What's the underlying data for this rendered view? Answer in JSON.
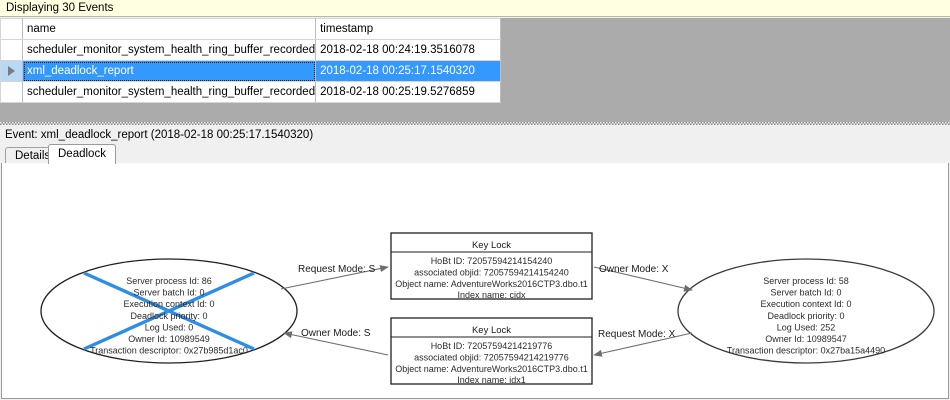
{
  "infobar": {
    "text": "Displaying 30 Events"
  },
  "grid": {
    "columns": [
      "",
      "name",
      "timestamp"
    ],
    "rows": [
      {
        "selected": false,
        "marker": "",
        "name": "scheduler_monitor_system_health_ring_buffer_recorded",
        "timestamp": "2018-02-18 00:24:19.3516078"
      },
      {
        "selected": true,
        "marker": "row-selector-arrow",
        "name": "xml_deadlock_report",
        "timestamp": "2018-02-18 00:25:17.1540320"
      },
      {
        "selected": false,
        "marker": "",
        "name": "scheduler_monitor_system_health_ring_buffer_recorded",
        "timestamp": "2018-02-18 00:25:19.5276859"
      }
    ]
  },
  "event_header": {
    "text": "Event: xml_deadlock_report (2018-02-18 00:25:17.1540320)"
  },
  "tabs": [
    {
      "label": "Details",
      "active": false
    },
    {
      "label": "Deadlock",
      "active": true
    }
  ],
  "graph": {
    "victim_marker_color": "#2e8de6",
    "processes": [
      {
        "id": "process-left",
        "is_victim": true,
        "lines": [
          "Server process Id: 86",
          "Server batch Id: 0",
          "Execution context Id: 0",
          "Deadlock priority: 0",
          "Log Used: 0",
          "Owner Id: 10989549",
          "Transaction descriptor: 0x27b985d1ac0"
        ]
      },
      {
        "id": "process-right",
        "is_victim": false,
        "lines": [
          "Server process Id: 58",
          "Server batch Id: 0",
          "Execution context Id: 0",
          "Deadlock priority: 0",
          "Log Used: 252",
          "Owner Id: 10989547",
          "Transaction descriptor: 0x27ba15a4490"
        ]
      }
    ],
    "resources": [
      {
        "id": "keylock-top",
        "title": "Key Lock",
        "lines": [
          "HoBt ID: 72057594214154240",
          "associated objid: 72057594214154240",
          "Object name: AdventureWorks2016CTP3.dbo.t1",
          "Index name: cidx"
        ]
      },
      {
        "id": "keylock-bottom",
        "title": "Key Lock",
        "lines": [
          "HoBt ID: 72057594214219776",
          "associated objid: 72057594214219776",
          "Object name: AdventureWorks2016CTP3.dbo.t1",
          "Index name: idx1"
        ]
      }
    ],
    "edges": [
      {
        "id": "edge-left-request",
        "label": "Request Mode: S",
        "from": "process-left",
        "to": "keylock-top"
      },
      {
        "id": "edge-left-owner",
        "label": "Owner Mode: S",
        "from": "keylock-bottom",
        "to": "process-left"
      },
      {
        "id": "edge-right-owner",
        "label": "Owner Mode: X",
        "from": "keylock-top",
        "to": "process-right"
      },
      {
        "id": "edge-right-request",
        "label": "Request Mode: X",
        "from": "process-right",
        "to": "keylock-bottom"
      }
    ]
  }
}
